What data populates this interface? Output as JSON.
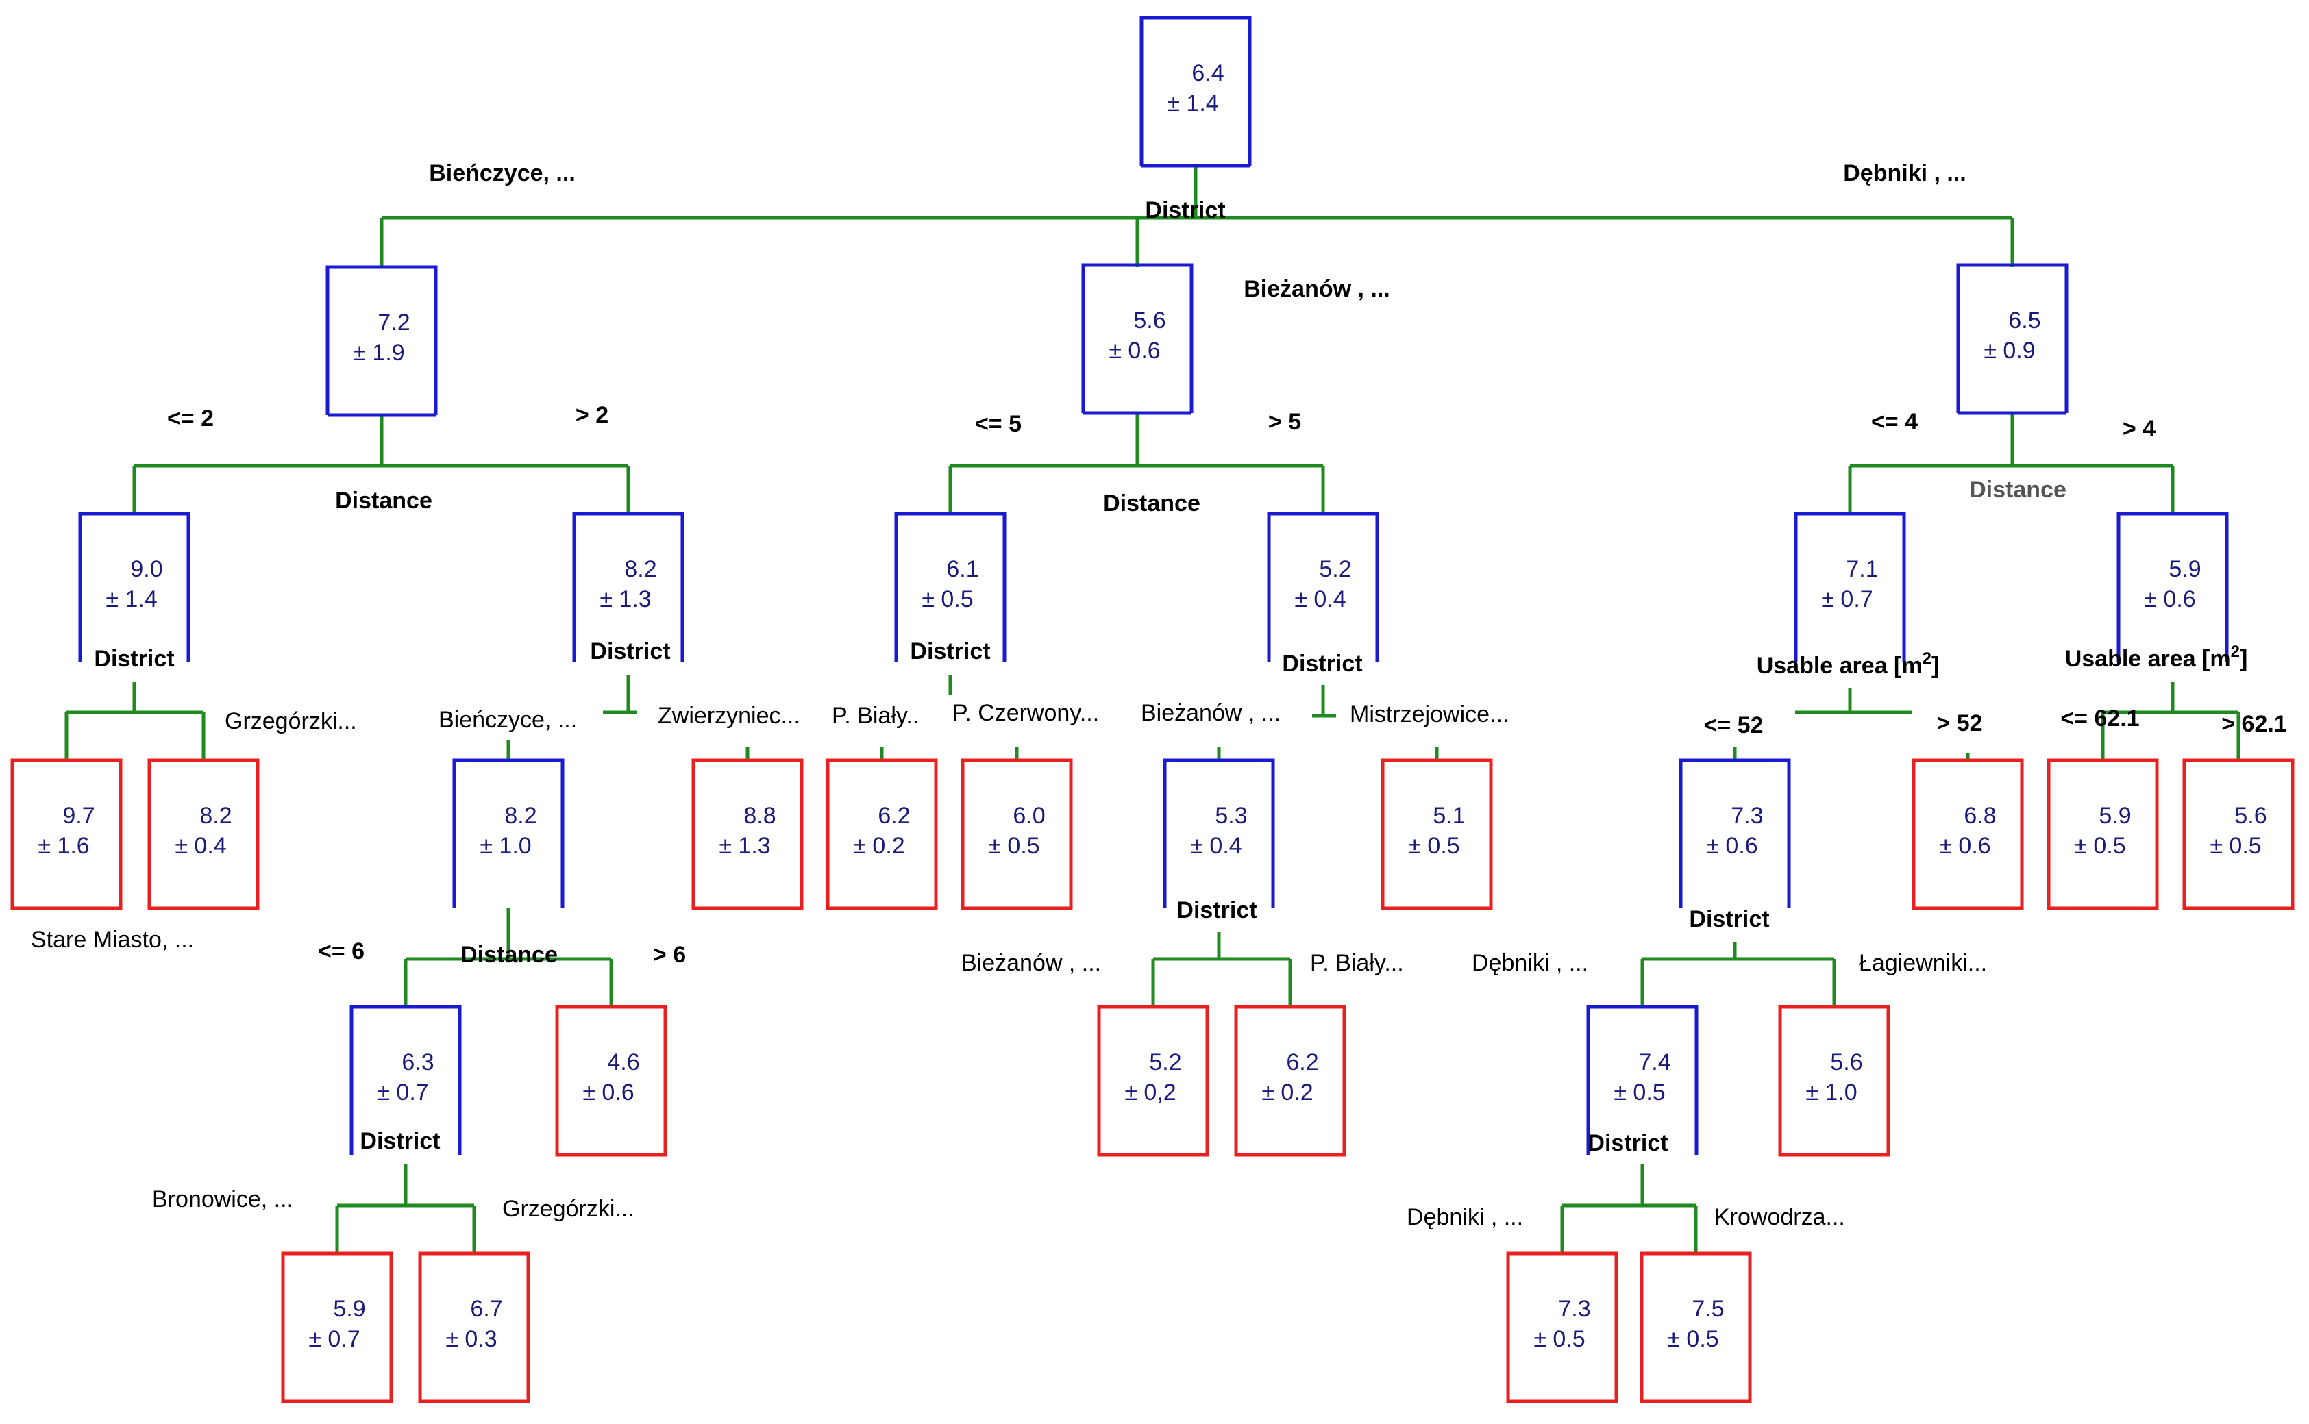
{
  "colors": {
    "internal_node": "#1a1ad0",
    "leaf_node": "#e8201f",
    "edge": "#1f8a1f",
    "value_text": "#1a1a7a"
  },
  "nodes": [
    {
      "id": "root",
      "kind": "internal",
      "value": "6.4",
      "sd": "± 1.4"
    },
    {
      "id": "n_left",
      "kind": "internal",
      "value": "7.2",
      "sd": "± 1.9"
    },
    {
      "id": "n_mid",
      "kind": "internal",
      "value": "5.6",
      "sd": "± 0.6"
    },
    {
      "id": "n_right",
      "kind": "internal",
      "value": "6.5",
      "sd": "± 0.9"
    },
    {
      "id": "n_l1",
      "kind": "internal",
      "value": "9.0",
      "sd": "± 1.4"
    },
    {
      "id": "n_l2",
      "kind": "internal",
      "value": "8.2",
      "sd": "± 1.3"
    },
    {
      "id": "n_m1",
      "kind": "internal",
      "value": "6.1",
      "sd": "± 0.5"
    },
    {
      "id": "n_m2",
      "kind": "internal",
      "value": "5.2",
      "sd": "± 0.4"
    },
    {
      "id": "n_r1",
      "kind": "internal",
      "value": "7.1",
      "sd": "± 0.7"
    },
    {
      "id": "n_r2",
      "kind": "internal",
      "value": "5.9",
      "sd": "± 0.6"
    },
    {
      "id": "leaf_97",
      "kind": "leaf",
      "value": "9.7",
      "sd": "± 1.6"
    },
    {
      "id": "leaf_82a",
      "kind": "leaf",
      "value": "8.2",
      "sd": "± 0.4"
    },
    {
      "id": "n_l2a",
      "kind": "internal",
      "value": "8.2",
      "sd": "± 1.0"
    },
    {
      "id": "leaf_88",
      "kind": "leaf",
      "value": "8.8",
      "sd": "± 1.3"
    },
    {
      "id": "leaf_62a",
      "kind": "leaf",
      "value": "6.2",
      "sd": "± 0.2"
    },
    {
      "id": "leaf_60",
      "kind": "leaf",
      "value": "6.0",
      "sd": "± 0.5"
    },
    {
      "id": "n_m2a",
      "kind": "internal",
      "value": "5.3",
      "sd": "± 0.4"
    },
    {
      "id": "leaf_51",
      "kind": "leaf",
      "value": "5.1",
      "sd": "± 0.5"
    },
    {
      "id": "n_r1a",
      "kind": "internal",
      "value": "7.3",
      "sd": "± 0.6"
    },
    {
      "id": "leaf_68",
      "kind": "leaf",
      "value": "6.8",
      "sd": "± 0.6"
    },
    {
      "id": "leaf_59a",
      "kind": "leaf",
      "value": "5.9",
      "sd": "± 0.5"
    },
    {
      "id": "leaf_56a",
      "kind": "leaf",
      "value": "5.6",
      "sd": "± 0.5"
    },
    {
      "id": "n_l2a1",
      "kind": "internal",
      "value": "6.3",
      "sd": "± 0.7"
    },
    {
      "id": "leaf_46",
      "kind": "leaf",
      "value": "4.6",
      "sd": "± 0.6"
    },
    {
      "id": "leaf_52",
      "kind": "leaf",
      "value": "5.2",
      "sd": "± 0,2"
    },
    {
      "id": "leaf_62b",
      "kind": "leaf",
      "value": "6.2",
      "sd": "± 0.2"
    },
    {
      "id": "n_r1a1",
      "kind": "internal",
      "value": "7.4",
      "sd": "± 0.5"
    },
    {
      "id": "leaf_56b",
      "kind": "leaf",
      "value": "5.6",
      "sd": "± 1.0"
    },
    {
      "id": "leaf_59b",
      "kind": "leaf",
      "value": "5.9",
      "sd": "± 0.7"
    },
    {
      "id": "leaf_67",
      "kind": "leaf",
      "value": "6.7",
      "sd": "± 0.3"
    },
    {
      "id": "leaf_73",
      "kind": "leaf",
      "value": "7.3",
      "sd": "± 0.5"
    },
    {
      "id": "leaf_75",
      "kind": "leaf",
      "value": "7.5",
      "sd": "± 0.5"
    }
  ],
  "split_labels": [
    {
      "id": "s_root",
      "text": "District"
    },
    {
      "id": "s_left",
      "text": "Distance"
    },
    {
      "id": "s_mid",
      "text": "Distance"
    },
    {
      "id": "s_right",
      "text": "Distance"
    },
    {
      "id": "s_l1",
      "text": "District"
    },
    {
      "id": "s_l2",
      "text": "District"
    },
    {
      "id": "s_m1",
      "text": "District"
    },
    {
      "id": "s_m2",
      "text": "District"
    },
    {
      "id": "s_r1",
      "text": "Usable area [m",
      "sup": "2",
      "suffix": "]"
    },
    {
      "id": "s_r2",
      "text": "Usable area [m",
      "sup": "2",
      "suffix": "]"
    },
    {
      "id": "s_l2a",
      "text": "Distance"
    },
    {
      "id": "s_m2a",
      "text": "District"
    },
    {
      "id": "s_r1a",
      "text": "District"
    },
    {
      "id": "s_l2a1",
      "text": "District"
    },
    {
      "id": "s_r1a1",
      "text": "District"
    }
  ],
  "branch_labels": [
    {
      "id": "b1",
      "text": "Bieńczyce, ...",
      "bold": true
    },
    {
      "id": "b2",
      "text": "Dębniki , ...",
      "bold": true
    },
    {
      "id": "b3",
      "text": "Bieżanów , ...",
      "bold": true
    },
    {
      "id": "b4",
      "text": "<= 2",
      "bold": true
    },
    {
      "id": "b5",
      "text": "> 2",
      "bold": true
    },
    {
      "id": "b6",
      "text": "<= 5",
      "bold": true
    },
    {
      "id": "b7",
      "text": "> 5",
      "bold": true
    },
    {
      "id": "b8",
      "text": "<= 4",
      "bold": true
    },
    {
      "id": "b9",
      "text": "> 4",
      "bold": true
    },
    {
      "id": "b10",
      "text": "Grzegórzki...",
      "bold": false
    },
    {
      "id": "b11",
      "text": "Stare Miasto, ...",
      "bold": false
    },
    {
      "id": "b12",
      "text": "Bieńczyce, ...",
      "bold": false
    },
    {
      "id": "b13",
      "text": "Zwierzyniec...",
      "bold": false
    },
    {
      "id": "b14",
      "text": "P. Biały..",
      "bold": false
    },
    {
      "id": "b15",
      "text": "P. Czerwony...",
      "bold": false
    },
    {
      "id": "b16",
      "text": "Bieżanów , ...",
      "bold": false
    },
    {
      "id": "b17",
      "text": "Mistrzejowice...",
      "bold": false
    },
    {
      "id": "b18",
      "text": "<= 52",
      "bold": true
    },
    {
      "id": "b19",
      "text": "> 52",
      "bold": true
    },
    {
      "id": "b20",
      "text": "<= 62.1",
      "bold": true
    },
    {
      "id": "b21",
      "text": "> 62.1",
      "bold": true
    },
    {
      "id": "b22",
      "text": "<= 6",
      "bold": true
    },
    {
      "id": "b23",
      "text": "> 6",
      "bold": true
    },
    {
      "id": "b24",
      "text": "Bieżanów , ...",
      "bold": false
    },
    {
      "id": "b25",
      "text": "P. Biały...",
      "bold": false
    },
    {
      "id": "b26",
      "text": "Dębniki , ...",
      "bold": false
    },
    {
      "id": "b27",
      "text": "Łagiewniki...",
      "bold": false
    },
    {
      "id": "b28",
      "text": "Bronowice, ...",
      "bold": false
    },
    {
      "id": "b29",
      "text": "Grzegórzki...",
      "bold": false
    },
    {
      "id": "b30",
      "text": "Dębniki , ...",
      "bold": false
    },
    {
      "id": "b31",
      "text": "Krowodrza...",
      "bold": false
    }
  ]
}
